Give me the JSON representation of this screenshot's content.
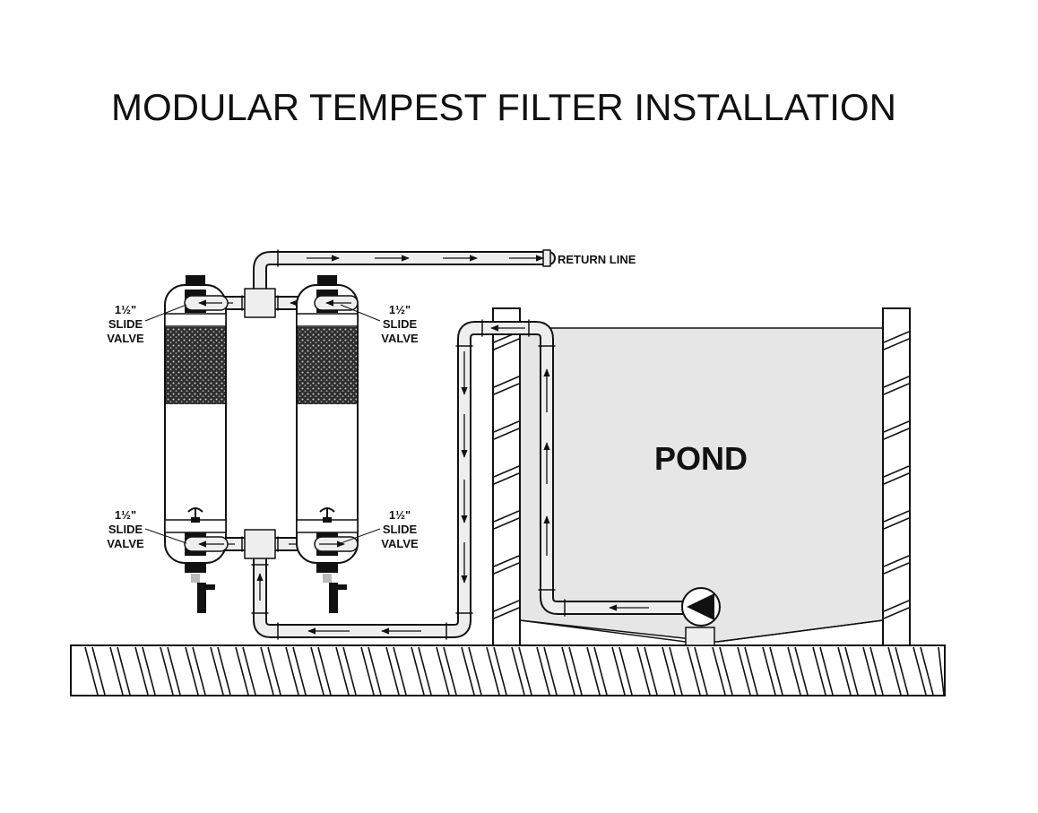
{
  "title": "MODULAR TEMPEST FILTER INSTALLATION",
  "labels": {
    "return_line": "RETURN LINE",
    "pond": "POND",
    "valve_size": "1½\"",
    "valve_line1": "SLIDE",
    "valve_line2": "VALVE"
  },
  "colors": {
    "line": "#111111",
    "pipe_fill": "#eeeeee",
    "pond_fill": "#e6e6e6",
    "media": "#333333"
  }
}
